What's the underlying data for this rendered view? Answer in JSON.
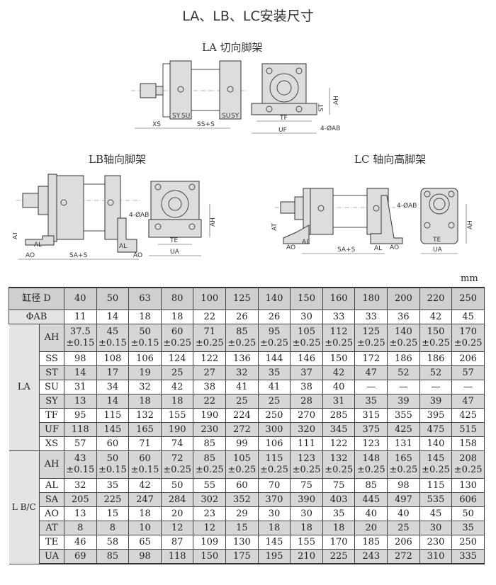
{
  "title": "LA、LB、LC安装尺寸",
  "drawings": {
    "la": {
      "title": "LA 切向脚架",
      "labels": {
        "xs": "XS",
        "sy": "SY",
        "su": "SU",
        "ss": "SS+S",
        "tf": "TF",
        "uf": "UF",
        "ab": "4-ØAB",
        "st": "ST",
        "ah": "AH"
      }
    },
    "lb": {
      "title": "LB轴向脚架",
      "labels": {
        "at": "AT",
        "al": "AL",
        "ao": "AO",
        "sa": "SA+S",
        "ab": "4-ØAB",
        "te": "TE",
        "ua": "UA",
        "ah": "AH"
      }
    },
    "lc": {
      "title": "LC 轴向高脚架",
      "labels": {
        "at": "AT",
        "al": "AL",
        "ao": "AO",
        "sa": "SA+S",
        "ab": "4-ØAB",
        "te": "TE",
        "ua": "UA",
        "ah": "AH"
      }
    }
  },
  "unit": "mm",
  "table": {
    "header_label": "缸径  D",
    "bores": [
      "40",
      "50",
      "63",
      "80",
      "100",
      "125",
      "140",
      "150",
      "160",
      "180",
      "200",
      "220",
      "250"
    ],
    "ab": {
      "label": "ΦAB",
      "values": [
        "11",
        "14",
        "18",
        "18",
        "22",
        "26",
        "26",
        "30",
        "33",
        "33",
        "36",
        "42",
        "45"
      ]
    },
    "groups": [
      {
        "label": "LA",
        "rows": [
          {
            "key": "AH",
            "values": [
              "37.5\n±0.15",
              "45\n±0.15",
              "50\n±0.15",
              "60\n±0.25",
              "71\n±0.25",
              "85\n±0.25",
              "95\n±0.25",
              "105\n±0.25",
              "112\n±0.25",
              "125\n±0.25",
              "140\n±0.25",
              "150\n±0.25",
              "170\n±0.25"
            ]
          },
          {
            "key": "SS",
            "values": [
              "98",
              "108",
              "106",
              "124",
              "122",
              "136",
              "144",
              "146",
              "150",
              "172",
              "186",
              "186",
              "206"
            ]
          },
          {
            "key": "ST",
            "values": [
              "14",
              "17",
              "19",
              "25",
              "27",
              "32",
              "35",
              "37",
              "42",
              "47",
              "52",
              "52",
              "57"
            ]
          },
          {
            "key": "SU",
            "values": [
              "31",
              "34",
              "32",
              "42",
              "38",
              "41",
              "41",
              "38",
              "40",
              "—",
              "—",
              "—",
              "—"
            ]
          },
          {
            "key": "SY",
            "values": [
              "13",
              "14",
              "18",
              "18",
              "22",
              "25",
              "25",
              "28",
              "31",
              "35",
              "39",
              "39",
              "47"
            ]
          },
          {
            "key": "TF",
            "values": [
              "95",
              "115",
              "132",
              "155",
              "190",
              "224",
              "250",
              "270",
              "285",
              "315",
              "355",
              "395",
              "425"
            ]
          },
          {
            "key": "UF",
            "values": [
              "118",
              "145",
              "165",
              "190",
              "230",
              "272",
              "300",
              "320",
              "345",
              "375",
              "425",
              "475",
              "515"
            ]
          },
          {
            "key": "XS",
            "values": [
              "57",
              "60",
              "71",
              "74",
              "85",
              "99",
              "106",
              "111",
              "122",
              "123",
              "131",
              "140",
              "158"
            ]
          }
        ]
      },
      {
        "label": "L B/C",
        "rows": [
          {
            "key": "AH",
            "values": [
              "43\n±0.15",
              "50\n±0.15",
              "60\n±0.15",
              "72\n±0.25",
              "85\n±0.25",
              "105\n±0.25",
              "115\n±0.25",
              "123\n±0.25",
              "132\n±0.25",
              "148\n±0.25",
              "165\n±0.25",
              "145\n±0.25",
              "208\n±0.25"
            ]
          },
          {
            "key": "AL",
            "values": [
              "32",
              "35",
              "42",
              "50",
              "55",
              "60",
              "70",
              "75",
              "75",
              "85",
              "98",
              "115",
              "130"
            ]
          },
          {
            "key": "SA",
            "values": [
              "205",
              "225",
              "247",
              "284",
              "302",
              "352",
              "370",
              "390",
              "403",
              "445",
              "497",
              "535",
              "606"
            ]
          },
          {
            "key": "AO",
            "values": [
              "13",
              "15",
              "18",
              "20",
              "23",
              "29",
              "30",
              "30",
              "35",
              "40",
              "40",
              "45",
              "50"
            ]
          },
          {
            "key": "AT",
            "values": [
              "8",
              "8",
              "10",
              "12",
              "12",
              "15",
              "18",
              "18",
              "18",
              "20",
              "25",
              "30",
              "35"
            ]
          },
          {
            "key": "TE",
            "values": [
              "46",
              "58",
              "65",
              "87",
              "109",
              "130",
              "145",
              "155",
              "170",
              "185",
              "206",
              "230",
              "250"
            ]
          },
          {
            "key": "UA",
            "values": [
              "69",
              "85",
              "98",
              "118",
              "150",
              "175",
              "195",
              "210",
              "225",
              "243",
              "272",
              "310",
              "335"
            ]
          }
        ]
      }
    ]
  }
}
